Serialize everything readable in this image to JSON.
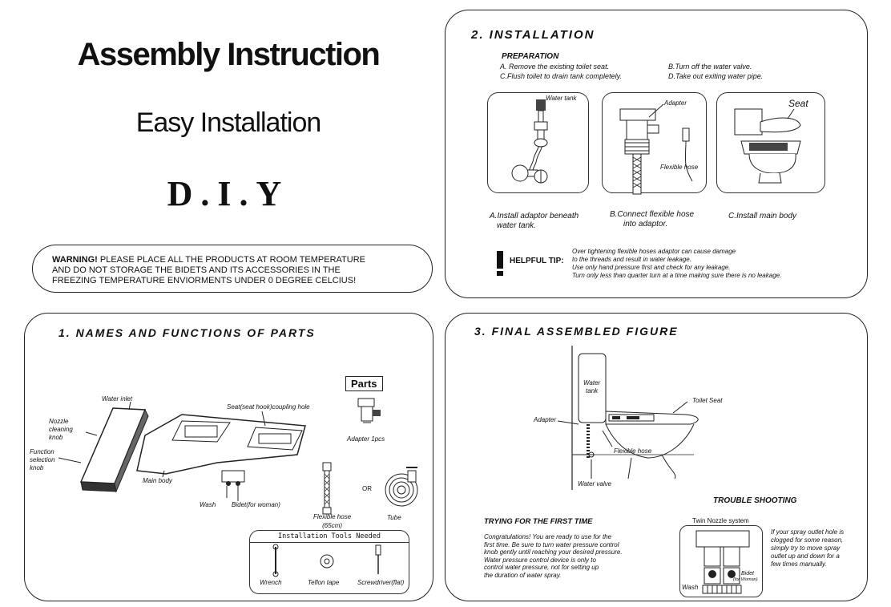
{
  "header": {
    "title": "Assembly Instruction",
    "subtitle": "Easy Installation",
    "diy": "D.I.Y"
  },
  "warning": {
    "label": "WARNING!",
    "line1": "PLEASE PLACE  ALL THE PRODUCTS  AT ROOM  TEMPERATURE",
    "line2": "AND DO NOT  STORAGE  THE BIDETS  AND ITS ACCESSORIES IN  THE",
    "line3": "FREEZING  TEMPERATURE ENVIORMENTS UNDER 0 DEGREE CELCIUS!"
  },
  "installation": {
    "heading": "2. INSTALLATION",
    "preparation_label": "PREPARATION",
    "prep_a": "A. Remove the existing toilet seat.",
    "prep_b": "B.Turn off the water valve.",
    "prep_c": "C.Flush toilet to drain tank completely.",
    "prep_d": "D.Take out exiting water pipe.",
    "fig_a_label": "Water tank",
    "fig_b_adapter": "Adapter",
    "fig_b_hose": "Flexible hose",
    "fig_c_label": "Seat",
    "step_a_line1": "A.Install adaptor beneath",
    "step_a_line2": "water tank.",
    "step_b_line1": "B.Connect flexible hose",
    "step_b_line2": "into adaptor.",
    "step_c": "C.Install main body",
    "tip_label": "HELPFUL TIP:",
    "tip1": "Over tightening flexible hoses adaptor can cause damage",
    "tip2": "to the threads and result in water leakage.",
    "tip3": "Use only hand pressure first and check for any leakage.",
    "tip4": "Turn only less than quarter turn at a time making sure there is no leakage."
  },
  "parts": {
    "heading": "1. NAMES AND FUNCTIONS OF PARTS",
    "water_inlet": "Water inlet",
    "nozzle_line1": "Nozzle",
    "nozzle_line2": "cleaning",
    "nozzle_line3": "knob",
    "function_line1": "Function",
    "function_line2": "selection",
    "function_line3": "knob",
    "seat_hole": "Seat(seat hook)coupling hole",
    "main_body": "Main body",
    "wash": "Wash",
    "bidet": "Bidet(for woman)",
    "parts_box": "Parts",
    "adapter": "Adapter 1pcs",
    "or": "OR",
    "hose_line1": "Flexible hose",
    "hose_line2": "(65cm)",
    "tube": "Tube",
    "tools_title": "Installation Tools Needed",
    "tool_wrench": "Wrench",
    "tool_teflon": "Teflon tape",
    "tool_screwdriver": "Screwdriver(flat)"
  },
  "final": {
    "heading": "3. FINAL ASSEMBLED FIGURE",
    "water_tank_line1": "Water",
    "water_tank_line2": "tank",
    "toilet_seat": "Toilet Seat",
    "adapter": "Adapter",
    "flexible_hose": "Flexible hose",
    "water_valve": "Water valve",
    "trouble_heading": "TROUBLE SHOOTING",
    "first_time_heading": "TRYING FOR THE FIRST TIME",
    "first1": "Congratulations! You are ready to use for the",
    "first2": "first time. Be sure to turn water pressure control",
    "first3": "knob gently until reaching your desired pressure.",
    "first4": "Water pressure control device is only to",
    "first5": "control water pressure, not for setting up",
    "first6": "the duration of water spray.",
    "twin_nozzle": "Twin Nozzle system",
    "nozzle_wash": "Wash",
    "nozzle_bidet": "Bidet",
    "nozzle_women": "(for Woman)",
    "trouble1": "If your spray outlet hole is",
    "trouble2": "clogged for some reason,",
    "trouble3": "simply try to move spray",
    "trouble4": "outlet up and down for a",
    "trouble5": "few times manually."
  }
}
